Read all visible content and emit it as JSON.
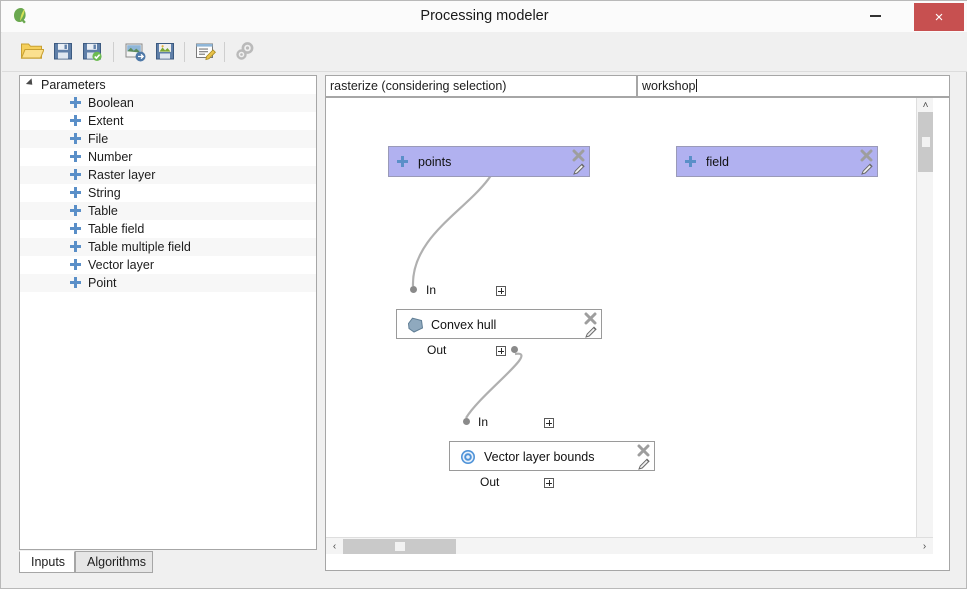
{
  "window": {
    "title": "Processing modeler",
    "app_icon": "qgis-icon",
    "minimize_label": "–",
    "maximize_label": "□",
    "close_label": "×"
  },
  "toolbar": {
    "items": [
      {
        "name": "open-model-button",
        "icon": "open-folder-icon",
        "label": "Open Model"
      },
      {
        "name": "save-model-button",
        "icon": "save-icon",
        "label": "Save Model"
      },
      {
        "name": "save-model-as-button",
        "icon": "save-as-icon",
        "label": "Save Model As"
      },
      {
        "name": "export-image-button",
        "icon": "export-image-icon",
        "label": "Export As Image"
      },
      {
        "name": "export-script-button",
        "icon": "export-script-icon",
        "label": "Export As Script Algorithm"
      },
      {
        "name": "edit-help-button",
        "icon": "edit-help-icon",
        "label": "Edit Model Help"
      },
      {
        "name": "run-model-button",
        "icon": "gears-icon",
        "label": "Run Model"
      }
    ]
  },
  "sidebar": {
    "root": {
      "label": "Parameters",
      "expanded": true
    },
    "items": [
      {
        "label": "Boolean",
        "icon": "plus-icon"
      },
      {
        "label": "Extent",
        "icon": "plus-icon"
      },
      {
        "label": "File",
        "icon": "plus-icon"
      },
      {
        "label": "Number",
        "icon": "plus-icon"
      },
      {
        "label": "Raster layer",
        "icon": "plus-icon"
      },
      {
        "label": "String",
        "icon": "plus-icon"
      },
      {
        "label": "Table",
        "icon": "plus-icon"
      },
      {
        "label": "Table field",
        "icon": "plus-icon"
      },
      {
        "label": "Table multiple field",
        "icon": "plus-icon"
      },
      {
        "label": "Vector layer",
        "icon": "plus-icon"
      },
      {
        "label": "Point",
        "icon": "plus-icon"
      }
    ],
    "tabs": [
      {
        "label": "Inputs",
        "selected": true
      },
      {
        "label": "Algorithms",
        "selected": false
      }
    ]
  },
  "model": {
    "name_value": "rasterize (considering selection)",
    "group_value": "workshop",
    "nodes": [
      {
        "id": "points",
        "kind": "parameter",
        "label": "points",
        "icon": "plus-icon",
        "delete_label": "✖",
        "edit_icon": "pencil-icon"
      },
      {
        "id": "field",
        "kind": "parameter",
        "label": "field",
        "icon": "plus-icon",
        "delete_label": "✖",
        "edit_icon": "pencil-icon"
      },
      {
        "id": "convex-hull",
        "kind": "algorithm",
        "label": "Convex hull",
        "icon": "polygon-icon",
        "in_label": "In",
        "out_label": "Out",
        "delete_label": "✖",
        "edit_icon": "pencil-icon"
      },
      {
        "id": "vector-layer-bounds",
        "kind": "algorithm",
        "label": "Vector layer bounds",
        "icon": "gear-icon",
        "in_label": "In",
        "out_label": "Out",
        "delete_label": "✖",
        "edit_icon": "pencil-icon"
      }
    ]
  },
  "scrollbars": {
    "vertical_up": "˄",
    "vertical_down": "˅",
    "horizontal_left": "‹",
    "horizontal_right": "›"
  },
  "colors": {
    "parameter_node_fill": "#b1b1f0",
    "parameter_node_border": "#9a9ab8",
    "algorithm_node_fill": "#ffffff",
    "algorithm_node_border": "#9a9a9a",
    "link_stroke": "#b0b0b0",
    "close_button": "#c75050",
    "plus_icon": "#5a8fc8"
  }
}
